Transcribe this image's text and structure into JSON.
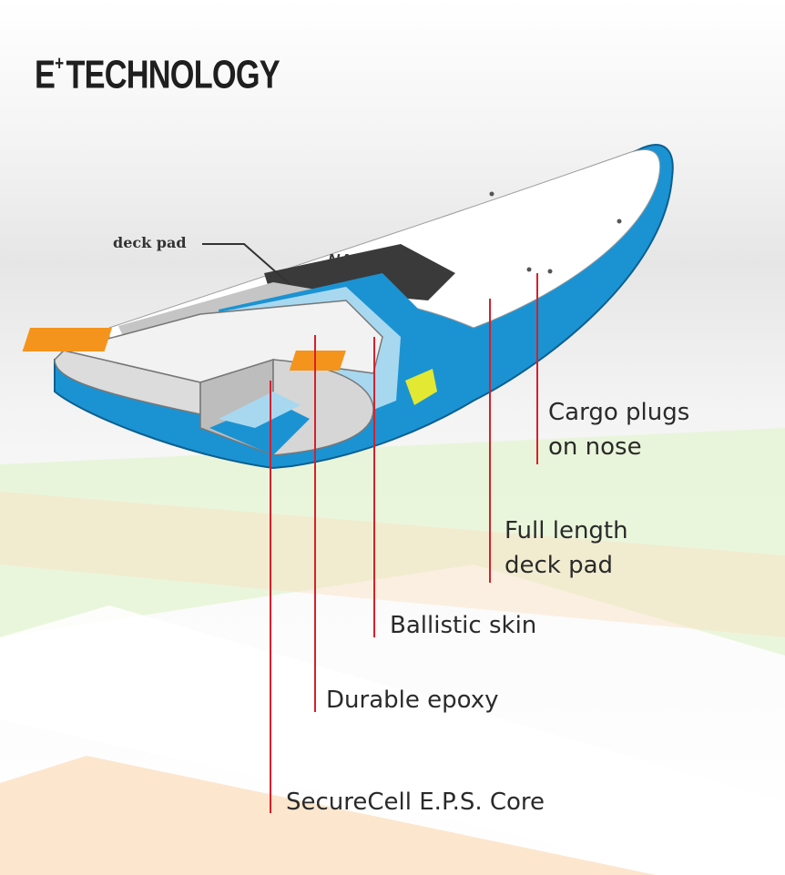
{
  "title": {
    "prefix": "E",
    "superscript": "+",
    "main": "TECHNOLOGY"
  },
  "board_graphic": {
    "logo_text": "NAISH"
  },
  "callouts": {
    "deck_pad": "deck pad",
    "cargo_plugs": [
      "Cargo plugs",
      "on nose"
    ],
    "full_length_deck_pad": [
      "Full length",
      "deck pad"
    ],
    "ballistic_skin": "Ballistic skin",
    "durable_epoxy": "Durable epoxy",
    "securecell_core": "SecureCell E.P.S. Core"
  },
  "colors": {
    "leader_line": "#d81f2a",
    "board_blue": "#1b93d2",
    "light_blue": "#a8d8f0",
    "foam_grey": "#bdbdbd",
    "deck_pad_dark": "#3a3a3a",
    "cargo_orange": "#f5941d",
    "accent_yellow": "#e3e832",
    "background_green": "#e4f4d2",
    "background_peach": "#fbe1c2"
  }
}
